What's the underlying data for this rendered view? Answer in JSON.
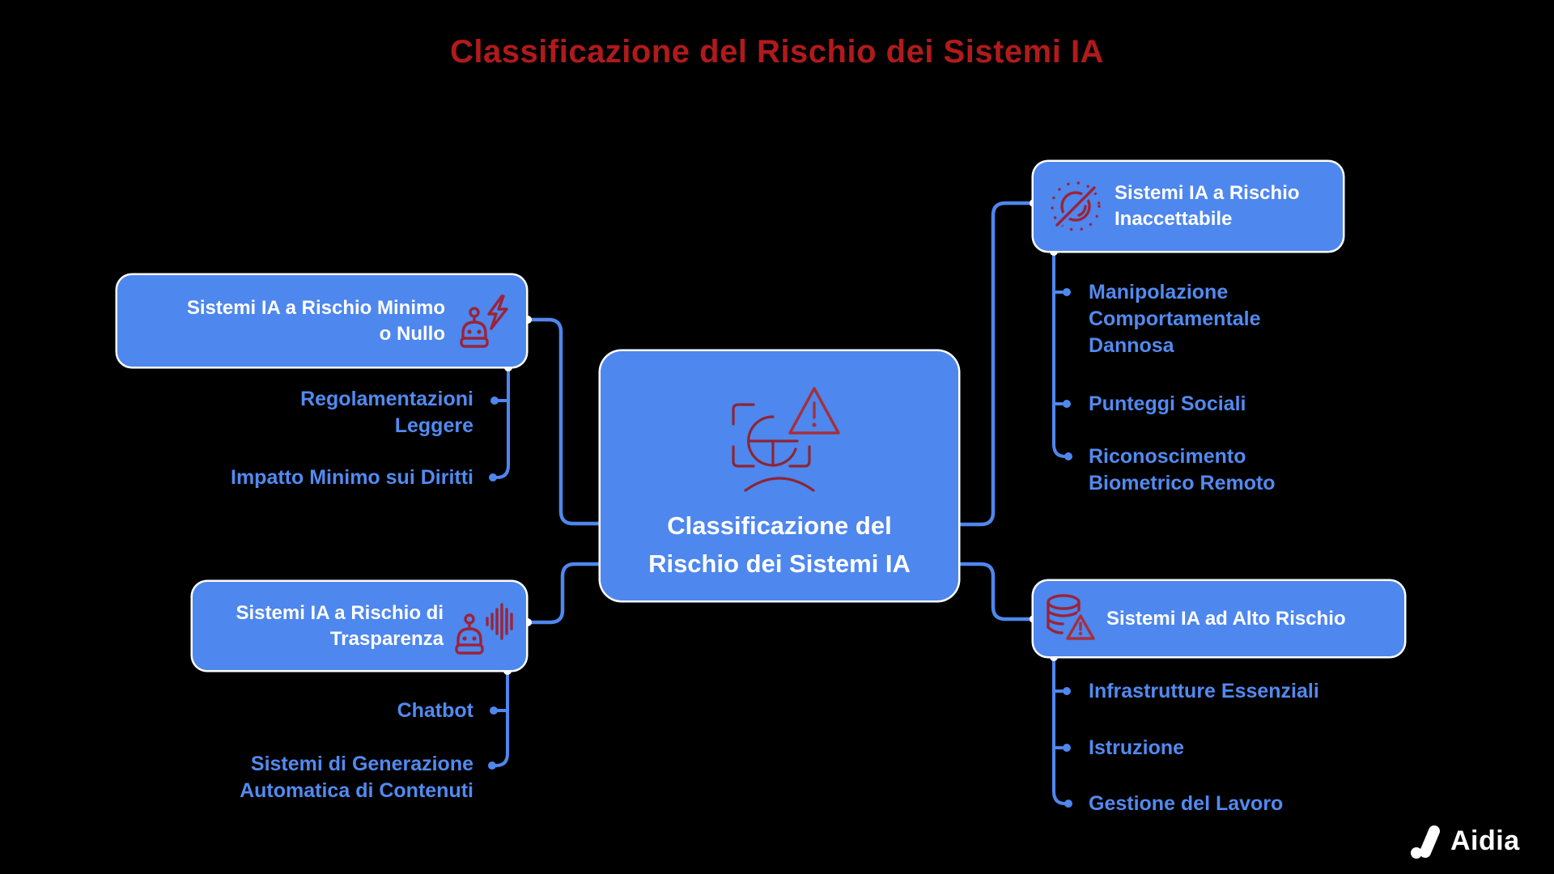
{
  "title": "Classificazione del Rischio dei Sistemi IA",
  "center": {
    "label": "Classificazione del\nRischio dei Sistemi IA",
    "icon": "face-scan-warning-icon"
  },
  "branches": {
    "minimal": {
      "title": "Sistemi IA a Rischio Minimo\no Nullo",
      "icon": "robot-lightning-icon",
      "items": [
        "Regolamentazioni\nLeggere",
        "Impatto Minimo sui Diritti"
      ]
    },
    "unacceptable": {
      "title": "Sistemi IA a Rischio\nInaccettabile",
      "icon": "surveillance-off-icon",
      "items": [
        "Manipolazione\nComportamentale\nDannosa",
        "Punteggi Sociali",
        "Riconoscimento\nBiometrico Remoto"
      ]
    },
    "transparency": {
      "title": "Sistemi IA a Rischio di\nTrasparenza",
      "icon": "robot-voice-icon",
      "items": [
        "Chatbot",
        "Sistemi di Generazione\nAutomatica di Contenuti"
      ]
    },
    "high": {
      "title": "Sistemi IA ad Alto Rischio",
      "icon": "database-warning-icon",
      "items": [
        "Infrastrutture Essenziali",
        "Istruzione",
        "Gestione del Lavoro"
      ]
    }
  },
  "logo": {
    "text": "Aidia"
  },
  "colors": {
    "background": "#000000",
    "node_fill": "#4e87ee",
    "node_text": "#ffffff",
    "node_border": "#ffffff",
    "connector": "#4e87ee",
    "leaf_text": "#528af0",
    "title": "#b11a1c",
    "icon_stroke": "#9b2438",
    "center_icon_stroke": "#8e2533",
    "warning_red": "#a5303a"
  }
}
